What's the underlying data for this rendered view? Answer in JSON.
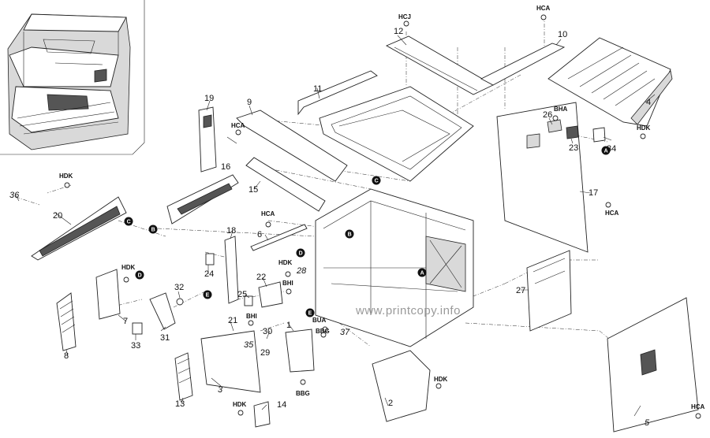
{
  "diagram": {
    "watermark": "www.printcopy.info",
    "part_numbers": [
      "1",
      "2",
      "3",
      "4",
      "5",
      "6",
      "7",
      "8",
      "9",
      "10",
      "11",
      "12",
      "13",
      "14",
      "15",
      "16",
      "17",
      "18",
      "19",
      "20",
      "21",
      "22",
      "23",
      "24",
      "25",
      "26",
      "27",
      "28",
      "29",
      "30",
      "31",
      "32",
      "33",
      "34",
      "35",
      "36",
      "37"
    ],
    "screw_codes": [
      "HCJ",
      "HCA",
      "BHA",
      "HDK",
      "BHI",
      "BUA",
      "BBG"
    ],
    "markers": [
      "A",
      "B",
      "C",
      "D",
      "E"
    ]
  }
}
